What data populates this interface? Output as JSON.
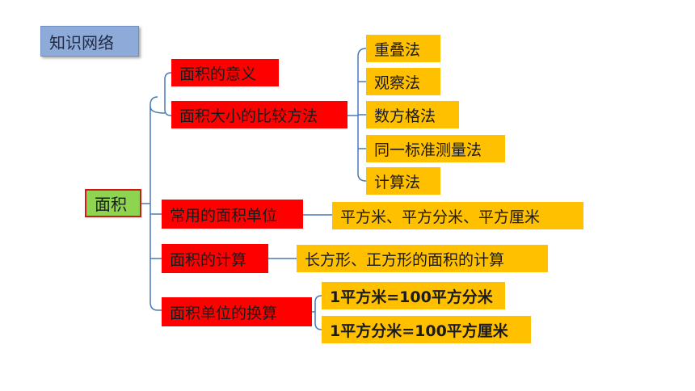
{
  "title": "知识网络",
  "root": "面积",
  "branches": {
    "meaning": "面积的意义",
    "compare": "面积大小的比较方法",
    "units": "常用的面积单位",
    "calc": "面积的计算",
    "convert": "面积单位的换算"
  },
  "compare_methods": [
    "重叠法",
    "观察法",
    "数方格法",
    "同一标准测量法",
    "计算法"
  ],
  "units_detail": "平方米、平方分米、平方厘米",
  "calc_detail": "长方形、正方形的面积的计算",
  "convert_detail": [
    "1平方米=100平方分米",
    "1平方分米=100平方厘米"
  ],
  "colors": {
    "title_bg": "#8eaad8",
    "root_bg": "#8ed451",
    "root_border": "#d21a1a",
    "branch_bg": "#ff0000",
    "leaf_bg": "#ffc000",
    "connector": "#4a7ab5"
  }
}
